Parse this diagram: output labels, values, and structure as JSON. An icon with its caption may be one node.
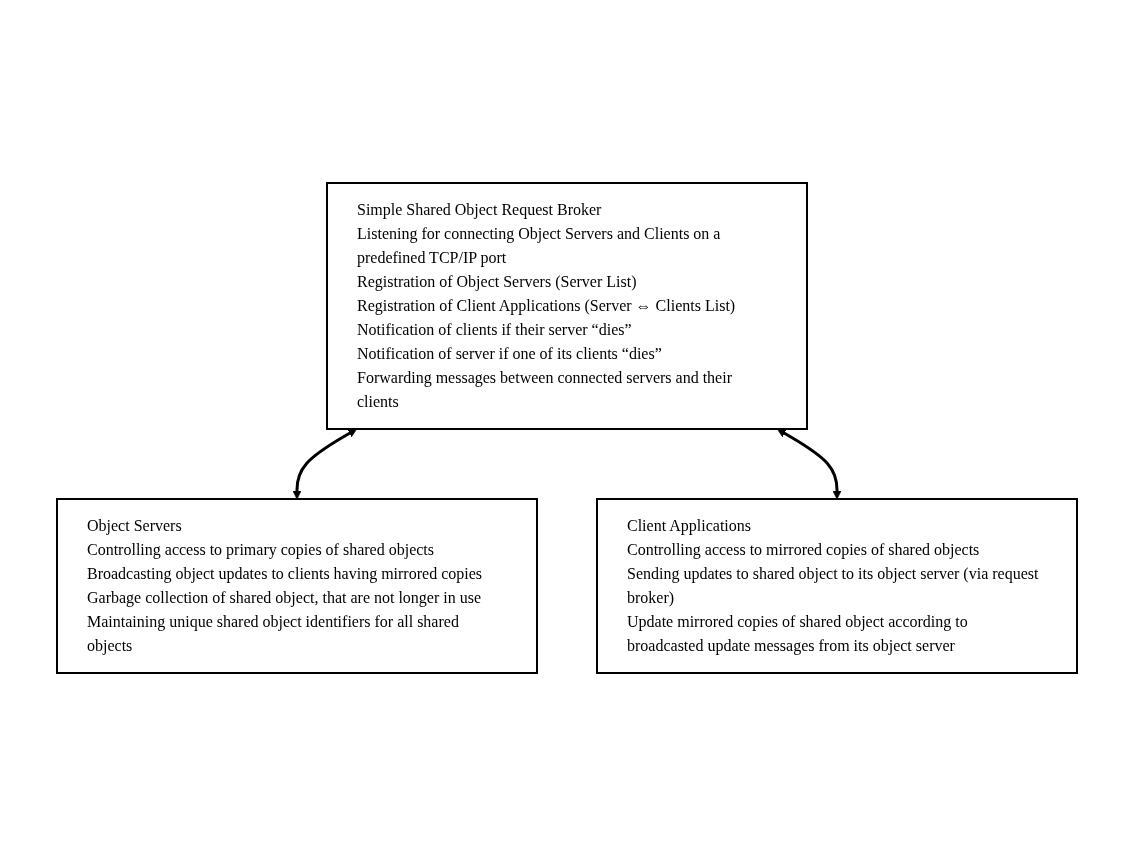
{
  "diagram": {
    "nodes": [
      {
        "text": [
          "Simple Shared Object Request Broker",
          "Listening for connecting Object Servers and Clients on a predefined TCP/IP port",
          "Registration of Object Servers (Server List)",
          "Registration of Client Applications (Server ⇔ Clients List)",
          "Notification of clients if their server “dies”",
          "Notification of server if one of its clients “dies”",
          "Forwarding messages between connected servers and their clients"
        ]
      },
      {
        "text": [
          "Object Servers",
          "Controlling access to primary copies of shared objects",
          "Broadcasting object updates to clients having mirrored copies",
          "Garbage collection of shared object, that are not longer in use",
          "Maintaining unique shared object identifiers for all shared objects"
        ]
      },
      {
        "text": [
          "Client Applications",
          "Controlling access to mirrored copies of shared objects",
          "Sending updates to shared object to its object server (via request broker)",
          "Update mirrored copies of shared object according to broadcasted update messages from its object server"
        ]
      }
    ],
    "edges": [
      {
        "from": 0,
        "to": 1,
        "arrow": "both"
      },
      {
        "from": 0,
        "to": 2,
        "arrow": "both"
      }
    ]
  }
}
